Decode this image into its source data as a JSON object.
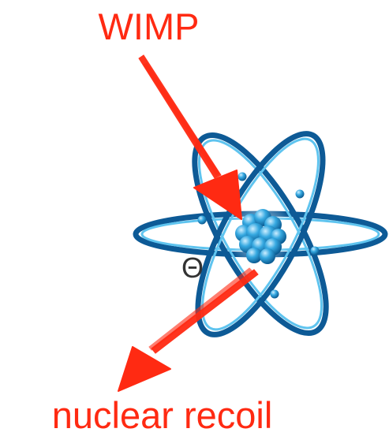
{
  "labels": {
    "incoming": "WIMP",
    "outgoing": "nuclear recoil",
    "angle": "Θ"
  },
  "colors": {
    "arrow": "#ff2a12",
    "orbit_light": "#3fb0e0",
    "orbit_dark": "#0a4f8a",
    "nucleus": "#2c9fd6",
    "angle_text": "#333333"
  },
  "icons": {
    "atom": "atom-icon"
  }
}
